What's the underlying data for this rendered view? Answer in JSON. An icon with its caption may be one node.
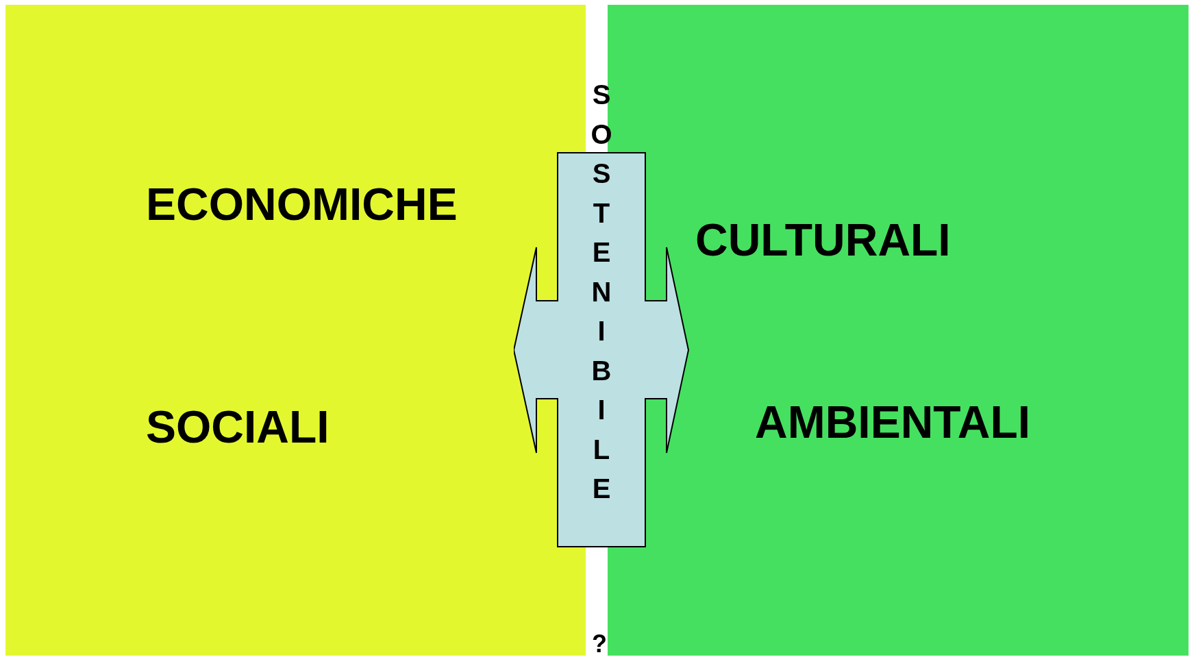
{
  "diagram": {
    "nodes": [
      {
        "text": [
          "ECONOMICHE",
          "SOCIALI"
        ]
      },
      {
        "text": [
          "CULTURALI",
          "AMBIENTALI"
        ]
      },
      {
        "text": [
          "SOSTENIBILE"
        ]
      }
    ],
    "labels": [
      "?"
    ]
  }
}
